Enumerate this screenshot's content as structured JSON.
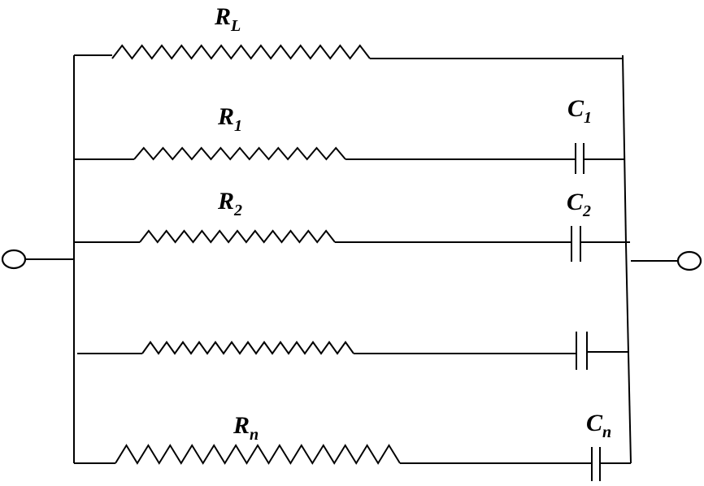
{
  "labels": {
    "rl": {
      "main": "R",
      "sub": "L"
    },
    "r1": {
      "main": "R",
      "sub": "1"
    },
    "r2": {
      "main": "R",
      "sub": "2"
    },
    "rn": {
      "main": "R",
      "sub": "n"
    },
    "c1": {
      "main": "C",
      "sub": "1"
    },
    "c2": {
      "main": "C",
      "sub": "2"
    },
    "cn": {
      "main": "C",
      "sub": "n"
    }
  }
}
